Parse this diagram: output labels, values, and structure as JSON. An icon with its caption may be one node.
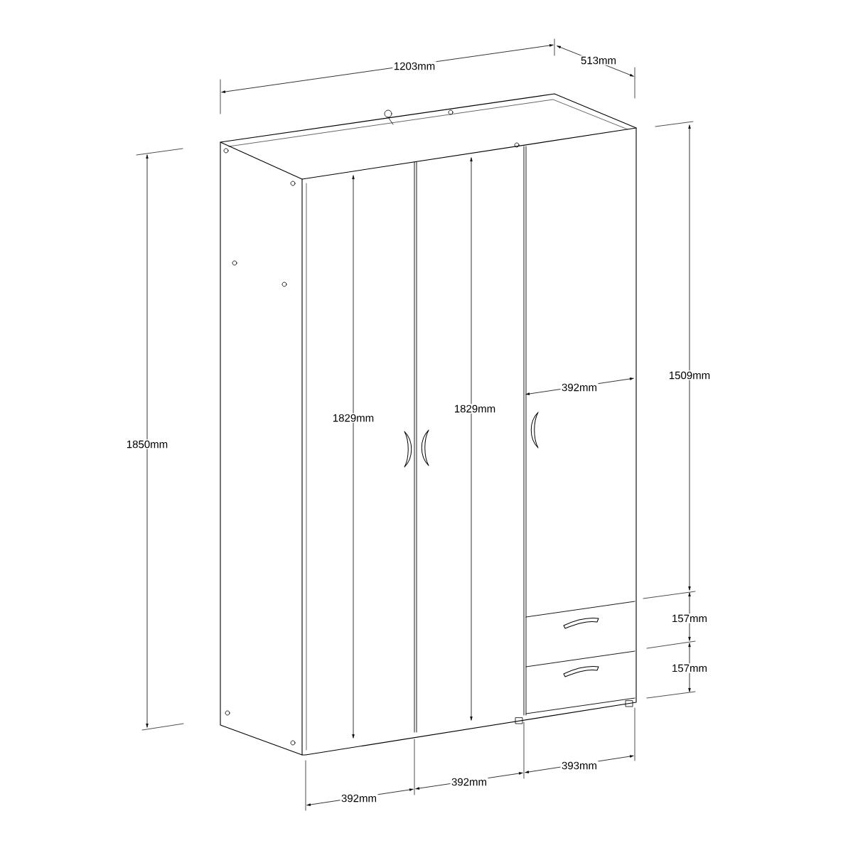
{
  "diagram": {
    "labels": [
      "513mm",
      "1203mm",
      "1509mm",
      "392mm",
      "1829mm",
      "1829mm",
      "1850mm",
      "157mm",
      "157mm",
      "393mm",
      "392mm",
      "392mm"
    ]
  }
}
